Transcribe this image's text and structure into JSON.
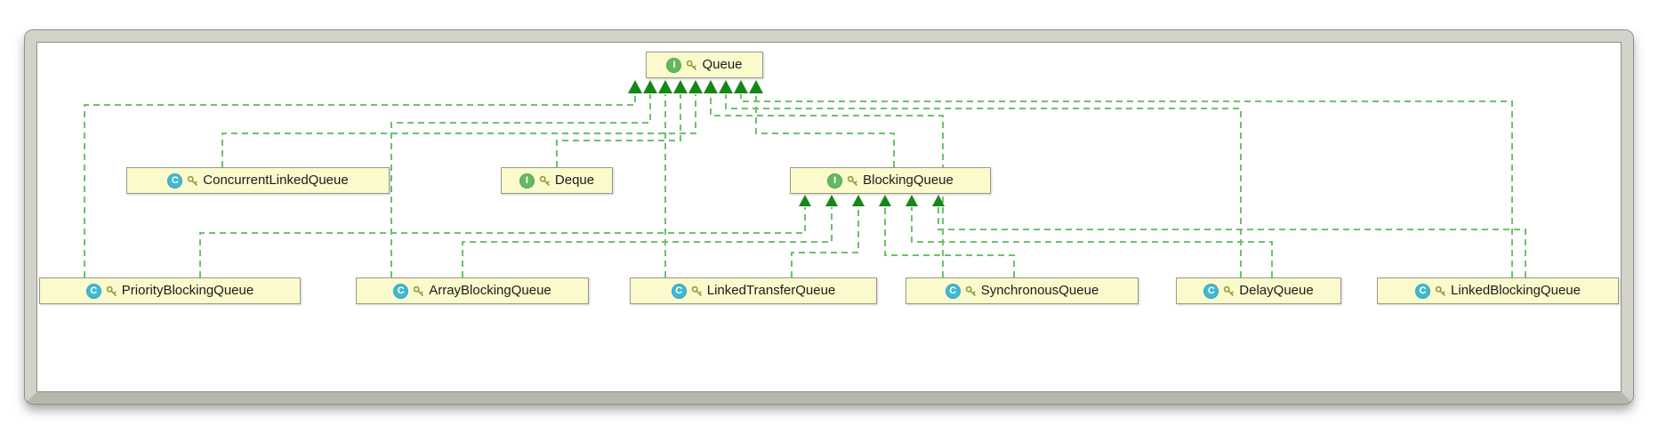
{
  "diagram": {
    "nodes": [
      {
        "id": "queue",
        "label": "Queue",
        "kind": "interface",
        "icon_letter": "I"
      },
      {
        "id": "concurrent-linked-queue",
        "label": "ConcurrentLinkedQueue",
        "kind": "class",
        "icon_letter": "C"
      },
      {
        "id": "deque",
        "label": "Deque",
        "kind": "interface",
        "icon_letter": "I"
      },
      {
        "id": "blocking-queue",
        "label": "BlockingQueue",
        "kind": "interface",
        "icon_letter": "I"
      },
      {
        "id": "priority-blocking-queue",
        "label": "PriorityBlockingQueue",
        "kind": "class",
        "icon_letter": "C"
      },
      {
        "id": "array-blocking-queue",
        "label": "ArrayBlockingQueue",
        "kind": "class",
        "icon_letter": "C"
      },
      {
        "id": "linked-transfer-queue",
        "label": "LinkedTransferQueue",
        "kind": "class",
        "icon_letter": "C"
      },
      {
        "id": "synchronous-queue",
        "label": "SynchronousQueue",
        "kind": "class",
        "icon_letter": "C"
      },
      {
        "id": "delay-queue",
        "label": "DelayQueue",
        "kind": "class",
        "icon_letter": "C"
      },
      {
        "id": "linked-blocking-queue",
        "label": "LinkedBlockingQueue",
        "kind": "class",
        "icon_letter": "C"
      }
    ],
    "edges": [
      {
        "from": "PriorityBlockingQueue",
        "to": "Queue",
        "type": "realization"
      },
      {
        "from": "ArrayBlockingQueue",
        "to": "Queue",
        "type": "realization"
      },
      {
        "from": "LinkedTransferQueue",
        "to": "Queue",
        "type": "realization"
      },
      {
        "from": "Deque",
        "to": "Queue",
        "type": "realization"
      },
      {
        "from": "ConcurrentLinkedQueue",
        "to": "Queue",
        "type": "realization"
      },
      {
        "from": "SynchronousQueue",
        "to": "Queue",
        "type": "realization"
      },
      {
        "from": "DelayQueue",
        "to": "Queue",
        "type": "realization"
      },
      {
        "from": "LinkedBlockingQueue",
        "to": "Queue",
        "type": "realization"
      },
      {
        "from": "BlockingQueue",
        "to": "Queue",
        "type": "realization"
      },
      {
        "from": "PriorityBlockingQueue",
        "to": "BlockingQueue",
        "type": "realization"
      },
      {
        "from": "ArrayBlockingQueue",
        "to": "BlockingQueue",
        "type": "realization"
      },
      {
        "from": "LinkedTransferQueue",
        "to": "BlockingQueue",
        "type": "realization"
      },
      {
        "from": "SynchronousQueue",
        "to": "BlockingQueue",
        "type": "realization"
      },
      {
        "from": "DelayQueue",
        "to": "BlockingQueue",
        "type": "realization"
      },
      {
        "from": "LinkedBlockingQueue",
        "to": "BlockingQueue",
        "type": "realization"
      }
    ],
    "colors": {
      "node_bg": "#fbfacd",
      "node_border": "#9a9a88",
      "interface_icon": "#64b95e",
      "class_icon": "#3fb9d4",
      "edge": "#6fc06f",
      "arrow": "#168616",
      "frame": "#d2d2c9"
    }
  }
}
